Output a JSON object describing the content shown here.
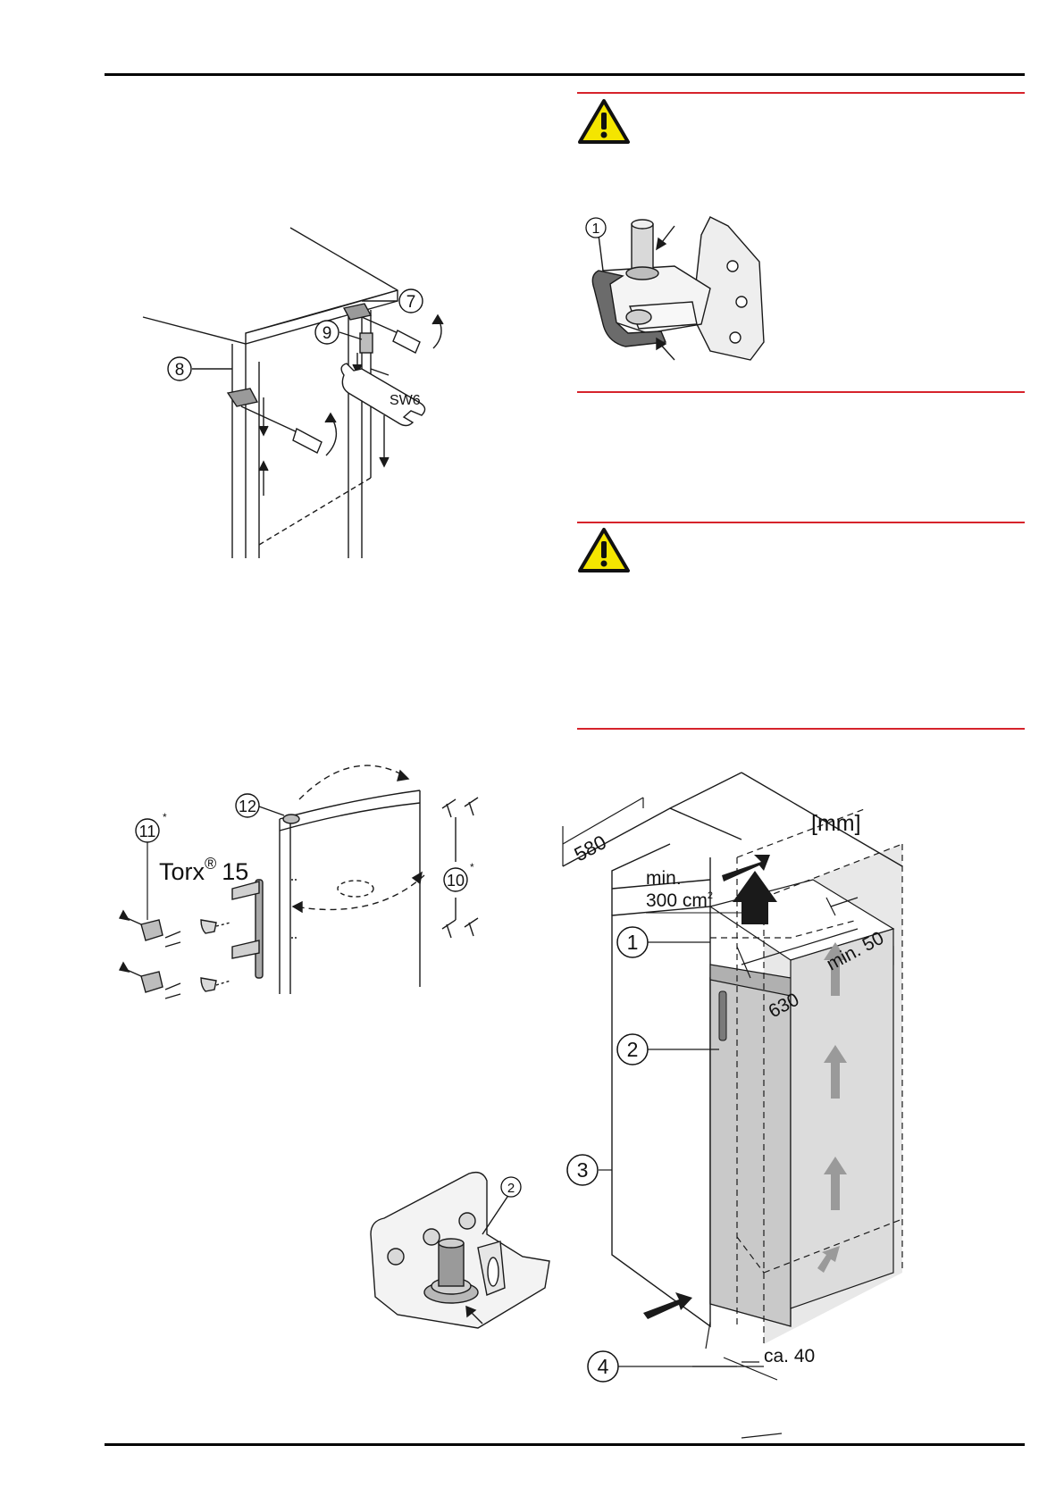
{
  "colors": {
    "rule": "#000000",
    "warning_rule": "#d6232b",
    "warning_fill": "#f4e500",
    "line": "#1a1a1a",
    "grey_dark": "#6b6b6b",
    "grey_mid": "#a8a8a8",
    "grey_light": "#d9d9d9"
  },
  "icons": [
    "warning-triangle-icon",
    "warning-triangle-icon"
  ],
  "fig_door_removal": {
    "callouts": [
      "7",
      "8",
      "9"
    ],
    "wrench_label": "SW6"
  },
  "fig_hinge_top": {
    "callouts": [
      "1"
    ]
  },
  "fig_handle_swap": {
    "callouts": [
      "11",
      "12",
      "10"
    ],
    "asterisk": "*",
    "torx_label": "Torx",
    "torx_registered": "®",
    "torx_size": "15"
  },
  "fig_hinge_bottom": {
    "callouts": [
      "2"
    ]
  },
  "fig_installation": {
    "unit": "[mm]",
    "dim_depth": "580",
    "dim_vent_line1": "min.",
    "dim_vent_line2": "300 cm",
    "dim_vent_sup": "2",
    "dim_gap_top": "min. 50",
    "dim_width": "630",
    "dim_gap_bottom": "ca. 40",
    "callouts": [
      "1",
      "2",
      "3",
      "4"
    ]
  }
}
